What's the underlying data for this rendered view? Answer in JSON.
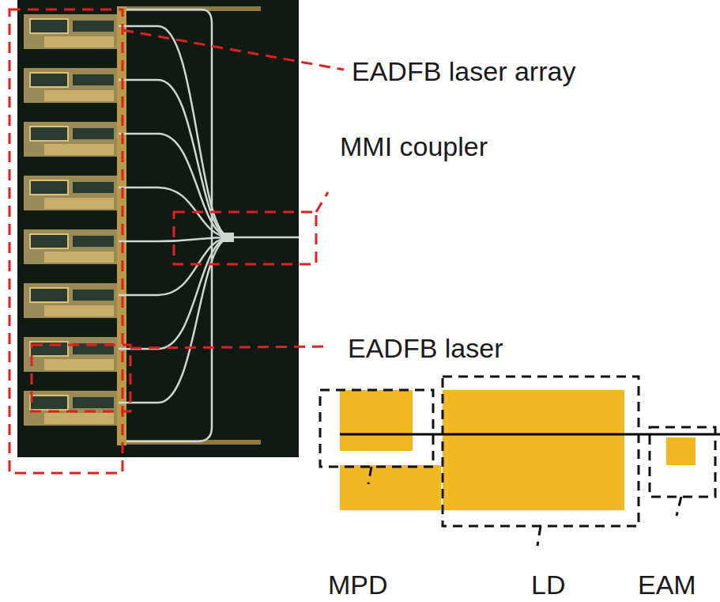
{
  "diagram": {
    "labels": [
      "EADFB laser array",
      "MMI coupler",
      "EADFB laser",
      "MPD",
      "LD",
      "EAM"
    ]
  }
}
